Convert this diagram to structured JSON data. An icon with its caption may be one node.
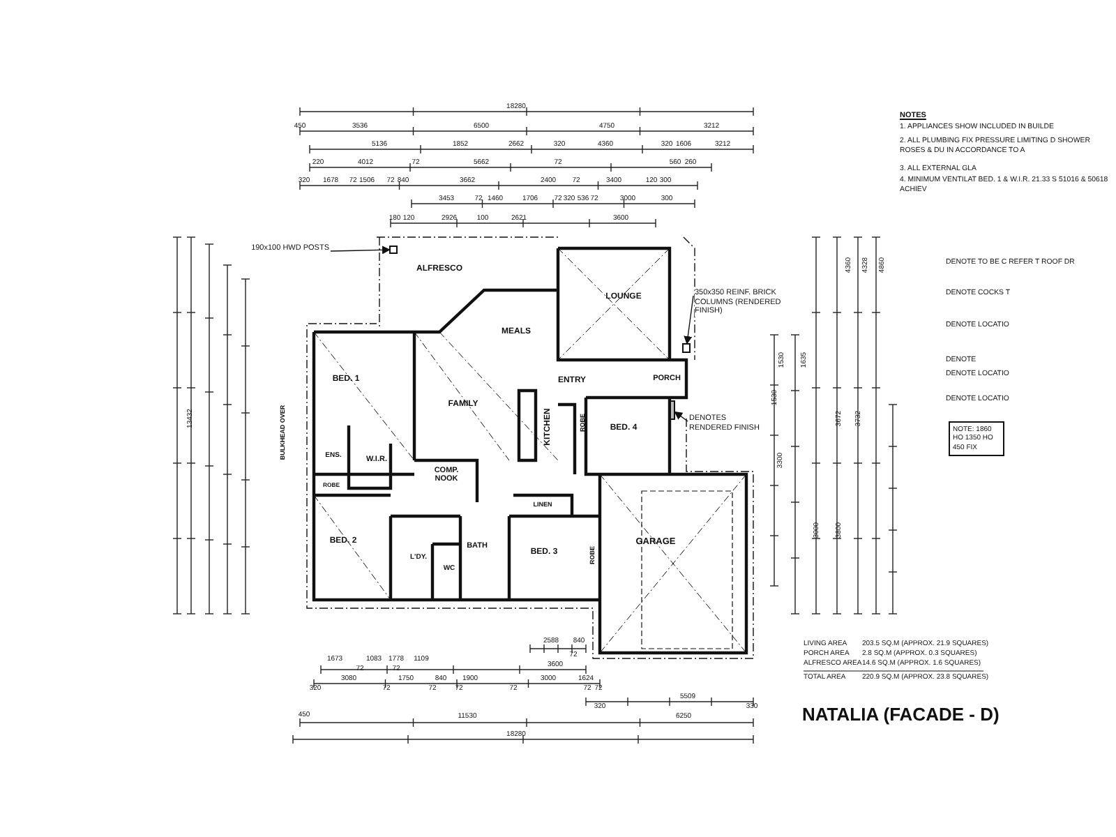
{
  "diagram": {
    "title": "NATALIA (FACADE - D)",
    "nodes": [
      {
        "text": [
          "190x100 HWD POSTS"
        ]
      },
      {
        "text": [
          "350x350 REINF. BRICK COLUMNS (RENDERED FINISH)"
        ]
      },
      {
        "text": [
          "DENOTES RENDERED FINISH"
        ]
      },
      {
        "text": [],
        "shape": "box"
      },
      {
        "text": [],
        "shape": "box"
      },
      {
        "text": [],
        "shape": "bar"
      }
    ],
    "edges": [
      {
        "from": 0,
        "to": 3,
        "arrow": "to"
      },
      {
        "from": 1,
        "to": 4,
        "arrow": "to"
      },
      {
        "from": 2,
        "to": 5,
        "arrow": "to"
      }
    ],
    "labels": [
      "18280",
      "450",
      "3536",
      "6500",
      "4750",
      "3212",
      "5136",
      "1852",
      "2662",
      "320",
      "4360",
      "320",
      "1606",
      "3212",
      "220",
      "4012",
      "72",
      "5662",
      "72",
      "560",
      "260",
      "320",
      "1678",
      "72",
      "1506",
      "72",
      "840",
      "3662",
      "2400",
      "72",
      "3400",
      "120",
      "300",
      "3453",
      "72",
      "1460",
      "1706",
      "72",
      "320",
      "536",
      "72",
      "3000",
      "300",
      "180",
      "120",
      "2926",
      "100",
      "2621",
      "3600",
      "NOTES",
      "1. APPLIANCES SHOW INCLUDED IN BUILDE",
      "2. ALL PLUMBING FIX PRESSURE LIMITING D SHOWER ROSES & DU IN ACCORDANCE TO A",
      "3. ALL EXTERNAL GLA",
      "4. MINIMUM VENTILAT BED. 1 & W.I.R. 21.33 S 51016 & 50618 ACHIEV",
      "DENOTE TO BE C REFER T ROOF DR",
      "DENOTE COCKS T",
      "DENOTE LOCATIO",
      "DENOTE",
      "DENOTE LOCATIO",
      "DENOTE LOCATIO",
      "NOTE: 1860 HO 1350 HO 450 FIX",
      "ALFRESCO",
      "LOUNGE",
      "MEALS",
      "BED. 1",
      "FAMILY",
      "ENTRY",
      "PORCH",
      "KITCHEN",
      "ROBE",
      "BED. 4",
      "ENS.",
      "W.I.R.",
      "COMP. NOOK",
      "ROBE",
      "BED. 2",
      "L'DY.",
      "WC",
      "BATH",
      "BED. 3",
      "ROBE",
      "LINEN",
      "GARAGE",
      "BULKHEAD OVER",
      "13432",
      "4360",
      "4328",
      "4860",
      "1530",
      "1635",
      "1530",
      "3300",
      "3672",
      "3732",
      "3000",
      "3800",
      "2588",
      "840",
      "72",
      "1673",
      "1083",
      "1778",
      "1109",
      "72",
      "72",
      "3600",
      "3080",
      "1750",
      "840",
      "1900",
      "3000",
      "1624",
      "320",
      "72",
      "72",
      "72",
      "72",
      "72",
      "72",
      "5509",
      "320",
      "330",
      "450",
      "11530",
      "6250",
      "18280",
      "LIVING AREA",
      "203.5 SQ.M (APPROX. 21.9 SQUARES)",
      "PORCH AREA",
      "2.8 SQ.M (APPROX. 0.3 SQUARES)",
      "ALFRESCO AREA",
      "14.6 SQ.M (APPROX. 1.6 SQUARES)",
      "TOTAL AREA",
      "220.9 SQ.M (APPROX. 23.8 SQUARES)"
    ]
  }
}
